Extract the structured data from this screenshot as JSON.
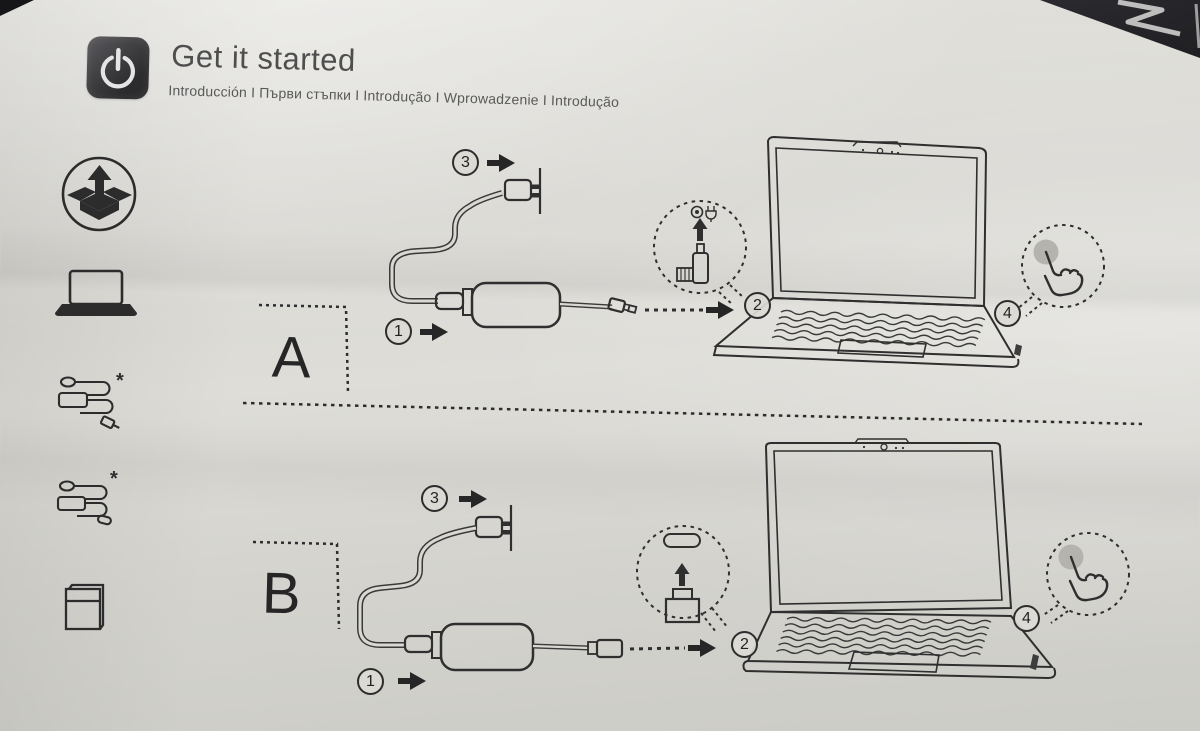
{
  "colors": {
    "backdrop": "#0c0c0e",
    "paper": "#d9d8d3",
    "ink": "#2f2f2f",
    "title_text": "#4e4e4e",
    "power_tile": "#39393c"
  },
  "header": {
    "icon": "power-icon",
    "title": "Get it started",
    "subtitle": "Introducción I Първи стъпки I Introdução I Wprowadzenie I Introdução"
  },
  "sidebar": {
    "items": [
      {
        "icon": "unboxing-icon"
      },
      {
        "icon": "laptop-icon"
      },
      {
        "icon": "power-adapter-barrel-cable-icon",
        "mark": "*"
      },
      {
        "icon": "power-adapter-usbc-cable-icon",
        "mark": "*"
      },
      {
        "icon": "user-guide-booklet-icon"
      }
    ]
  },
  "sections": [
    {
      "label": "A",
      "connector": "round barrel power connector",
      "steps": [
        "1",
        "2",
        "3",
        "4"
      ]
    },
    {
      "label": "B",
      "connector": "USB-C power connector",
      "steps": [
        "1",
        "2",
        "3",
        "4"
      ]
    }
  ]
}
